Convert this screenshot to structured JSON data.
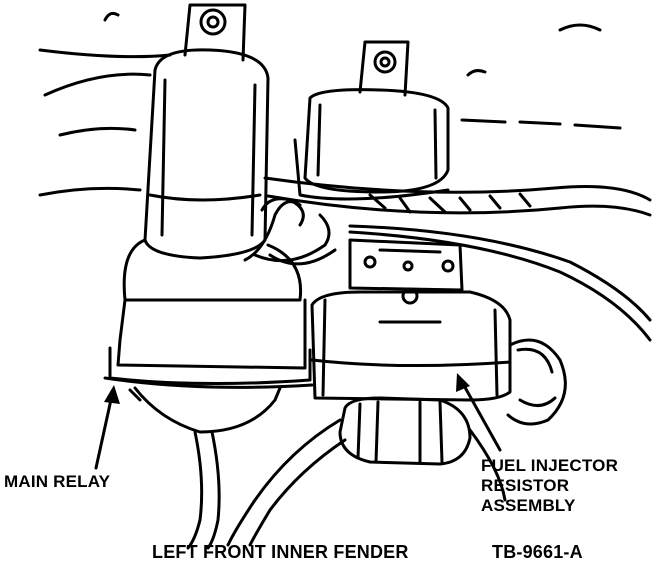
{
  "labels": {
    "main_relay": "MAIN RELAY",
    "fuel_injector": [
      "FUEL INJECTOR",
      "RESISTOR",
      "ASSEMBLY"
    ],
    "location": "LEFT FRONT INNER FENDER",
    "figure_code": "TB-9661-A"
  },
  "colors": {
    "ink": "#000000",
    "paper": "#ffffff"
  }
}
